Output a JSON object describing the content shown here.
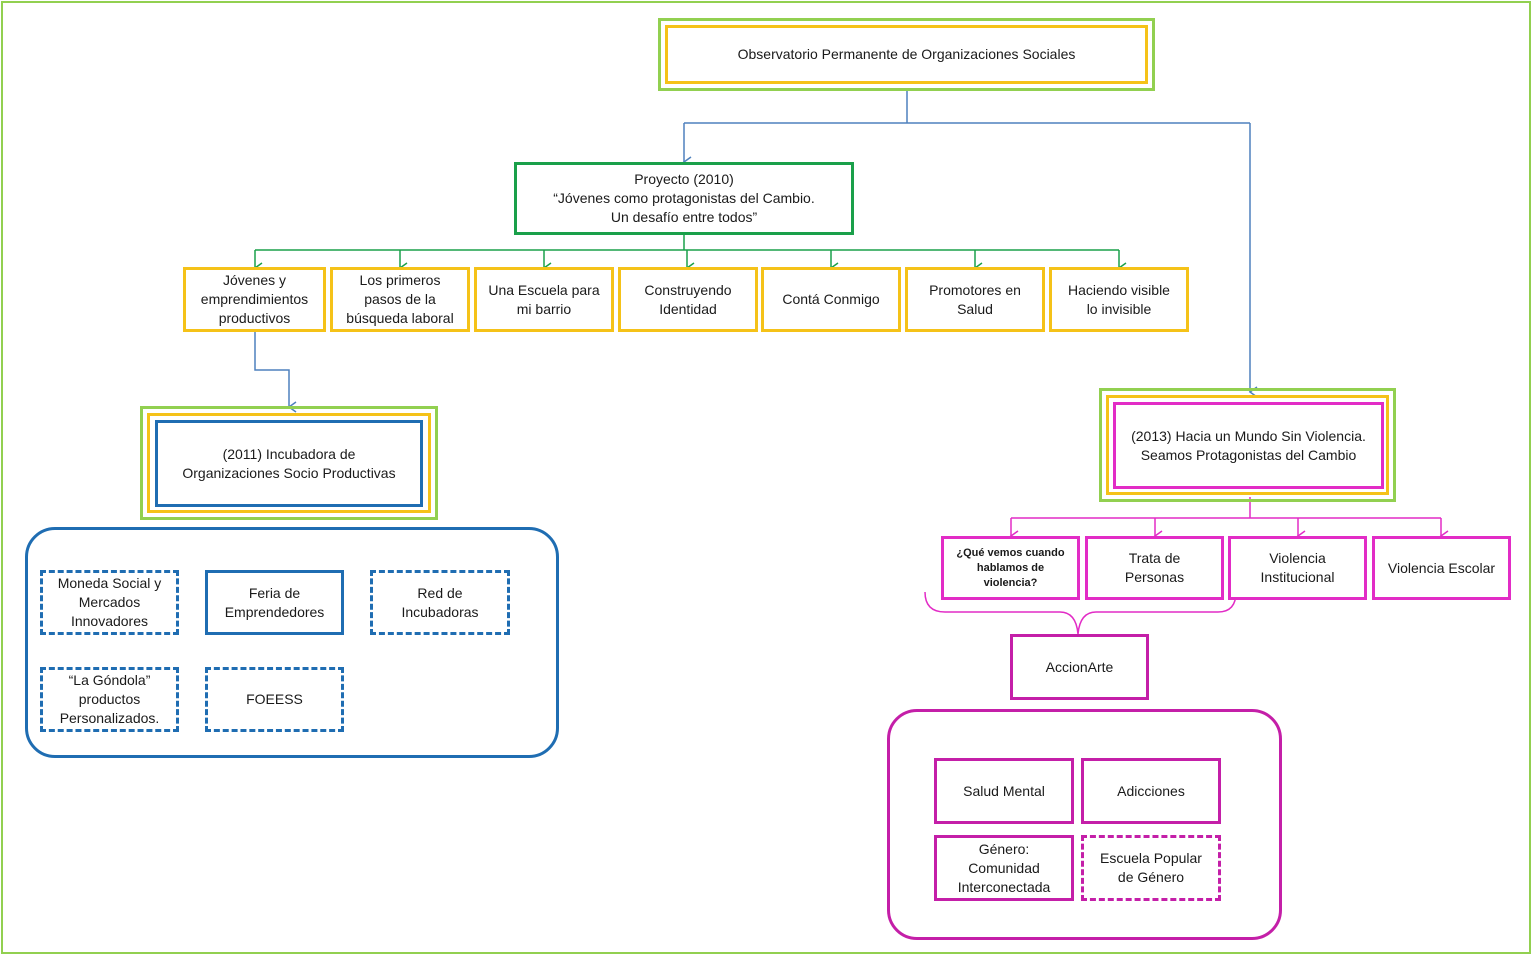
{
  "root": {
    "label": "Observatorio Permanente de Organizaciones Sociales"
  },
  "project2010": {
    "label": "Proyecto (2010)\n“Jóvenes como protagonistas del Cambio.\nUn desafío entre todos”"
  },
  "programs": [
    {
      "label": "Jóvenes y\nemprendimientos\nproductivos"
    },
    {
      "label": "Los primeros\npasos de la\nbúsqueda laboral"
    },
    {
      "label": "Una Escuela para\nmi barrio"
    },
    {
      "label": "Construyendo\nIdentidad"
    },
    {
      "label": "Contá Conmigo"
    },
    {
      "label": "Promotores en\nSalud"
    },
    {
      "label": "Haciendo visible\nlo invisible"
    }
  ],
  "incubadora": {
    "label": "(2011) Incubadora de\nOrganizaciones Socio  Productivas"
  },
  "incubadora_items": [
    {
      "label": "Moneda Social y\nMercados\nInnovadores"
    },
    {
      "label": "Feria de\nEmprendedores"
    },
    {
      "label": "Red de\nIncubadoras"
    },
    {
      "label": "“La Góndola”\nproductos\nPersonalizados."
    },
    {
      "label": "FOEESS"
    }
  ],
  "project2013": {
    "label": "(2013) Hacia un Mundo Sin Violencia.\nSeamos Protagonistas del Cambio"
  },
  "violence_topics": [
    {
      "label": "¿Qué vemos cuando\nhablamos de\nviolencia?"
    },
    {
      "label": "Trata de\nPersonas"
    },
    {
      "label": "Violencia\nInstitucional"
    },
    {
      "label": "Violencia Escolar"
    }
  ],
  "accionarte": {
    "label": "AccionArte"
  },
  "accionarte_items": [
    {
      "label": "Salud Mental"
    },
    {
      "label": "Adicciones"
    },
    {
      "label": "Género:\nComunidad\nInterconectada"
    },
    {
      "label": "Escuela Popular\nde Género"
    }
  ],
  "colors": {
    "frame": "#92d050",
    "yellow": "#f5c218",
    "green": "#1aa04a",
    "blue": "#1f6db2",
    "magenta": "#e22cc6",
    "connector_blue": "#4f81bd",
    "connector_green": "#1aa04a",
    "connector_magenta": "#e22cc6"
  }
}
